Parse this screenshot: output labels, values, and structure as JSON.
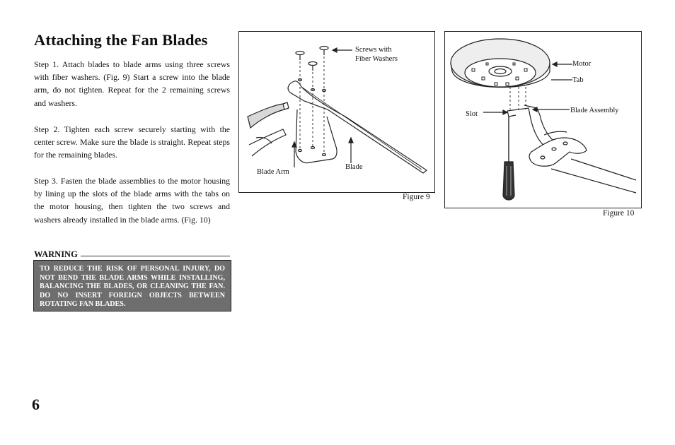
{
  "page_title": "Attaching the Fan Blades",
  "steps": [
    "Step 1. Attach blades to blade arms using three screws with fiber washers. (Fig. 9) Start a screw into the blade arm, do not tighten. Repeat for the 2 remaining screws and washers.",
    "Step 2. Tighten each screw securely starting with the center screw. Make sure the blade is straight. Repeat steps for the remaining blades.",
    "Step 3. Fasten the blade assemblies to the motor housing by lining up the slots of the blade arms with the tabs on the motor housing, then tighten the two screws and washers already installed in the blade arms. (Fig. 10)"
  ],
  "warning": {
    "heading": "WARNING",
    "text": "TO REDUCE THE RISK OF PERSONAL INJURY, DO NOT BEND THE BLADE ARMS WHILE INSTALLING, BALANCING THE BLADES, OR CLEANING THE FAN. DO NO INSERT FOREIGN OBJECTS BETWEEN ROTATING FAN BLADES."
  },
  "figure9": {
    "caption": "Figure 9",
    "labels": {
      "screws": "Screws with\nFiber Washers",
      "blade_arm": "Blade Arm",
      "blade": "Blade"
    }
  },
  "figure10": {
    "caption": "Figure 10",
    "labels": {
      "motor": "Motor",
      "tab": "Tab",
      "slot": "Slot",
      "blade_assembly": "Blade Assembly"
    }
  },
  "page_number": "6"
}
